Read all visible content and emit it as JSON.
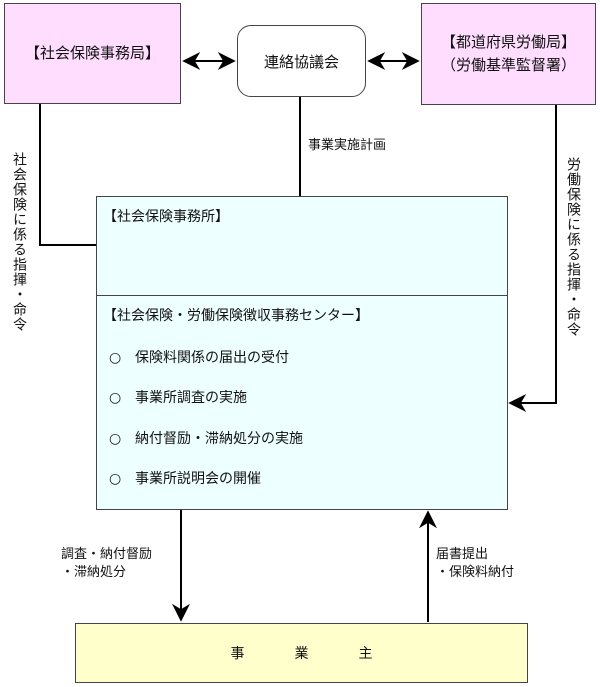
{
  "nodes": {
    "social_insurance_bureau": "【社会保険事務局】",
    "liaison_council": "連絡協議会",
    "labor_bureau_line1": "【都道府県労働局】",
    "labor_bureau_line2": "（労働基準監督署）",
    "social_insurance_office": "【社会保険事務所】",
    "collection_center": "【社会保険・労働保険徴収事務センター】",
    "employer": [
      "事",
      "業",
      "主"
    ]
  },
  "center_duties": [
    {
      "bullet": "○",
      "text": "保険料関係の届出の受付"
    },
    {
      "bullet": "○",
      "text": "事業所調査の実施"
    },
    {
      "bullet": "○",
      "text": "納付督励・滞納処分の実施"
    },
    {
      "bullet": "○",
      "text": "事業所説明会の開催"
    }
  ],
  "edge_labels": {
    "social_insurance_command": "社会保険に係る指揮・命令",
    "labor_insurance_command": "労働保険に係る指揮・命令",
    "business_plan": "事業実施計画",
    "to_employer_line1": "調査・納付督励",
    "to_employer_line2": "・滞納処分",
    "from_employer_line1": "届書提出",
    "from_employer_line2": "・保険料納付"
  }
}
